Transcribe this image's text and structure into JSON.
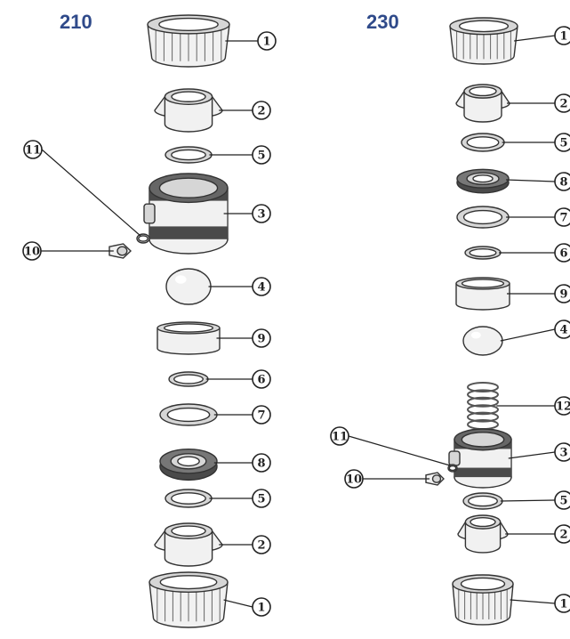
{
  "colors": {
    "title": "#2f4a8a",
    "ink": "#222222",
    "part_light": "#f1f1f1",
    "part_mid": "#d6d6d6",
    "part_dark": "#4a4a4a"
  },
  "diagrams": [
    {
      "title": "210",
      "parts": [
        {
          "num": "1",
          "shape": "union-nut"
        },
        {
          "num": "2",
          "shape": "end-connector"
        },
        {
          "num": "5",
          "shape": "o-ring"
        },
        {
          "num": "3",
          "shape": "valve-body"
        },
        {
          "num": "4",
          "shape": "ball"
        },
        {
          "num": "9",
          "shape": "ball-seat-carrier"
        },
        {
          "num": "6",
          "shape": "o-ring"
        },
        {
          "num": "7",
          "shape": "o-ring"
        },
        {
          "num": "8",
          "shape": "seal-carrier"
        },
        {
          "num": "5",
          "shape": "o-ring"
        },
        {
          "num": "2",
          "shape": "end-connector"
        },
        {
          "num": "1",
          "shape": "union-nut"
        },
        {
          "num": "11",
          "shape": "small-o-ring"
        },
        {
          "num": "10",
          "shape": "drain-plug"
        }
      ]
    },
    {
      "title": "230",
      "parts": [
        {
          "num": "1",
          "shape": "union-nut"
        },
        {
          "num": "2",
          "shape": "end-connector"
        },
        {
          "num": "5",
          "shape": "o-ring"
        },
        {
          "num": "8",
          "shape": "seal-carrier"
        },
        {
          "num": "7",
          "shape": "o-ring"
        },
        {
          "num": "6",
          "shape": "o-ring"
        },
        {
          "num": "9",
          "shape": "ball-seat-carrier"
        },
        {
          "num": "4",
          "shape": "ball"
        },
        {
          "num": "12",
          "shape": "spring"
        },
        {
          "num": "3",
          "shape": "valve-body"
        },
        {
          "num": "5",
          "shape": "o-ring"
        },
        {
          "num": "2",
          "shape": "end-connector"
        },
        {
          "num": "1",
          "shape": "union-nut"
        },
        {
          "num": "11",
          "shape": "small-o-ring"
        },
        {
          "num": "10",
          "shape": "drain-plug"
        }
      ]
    }
  ]
}
